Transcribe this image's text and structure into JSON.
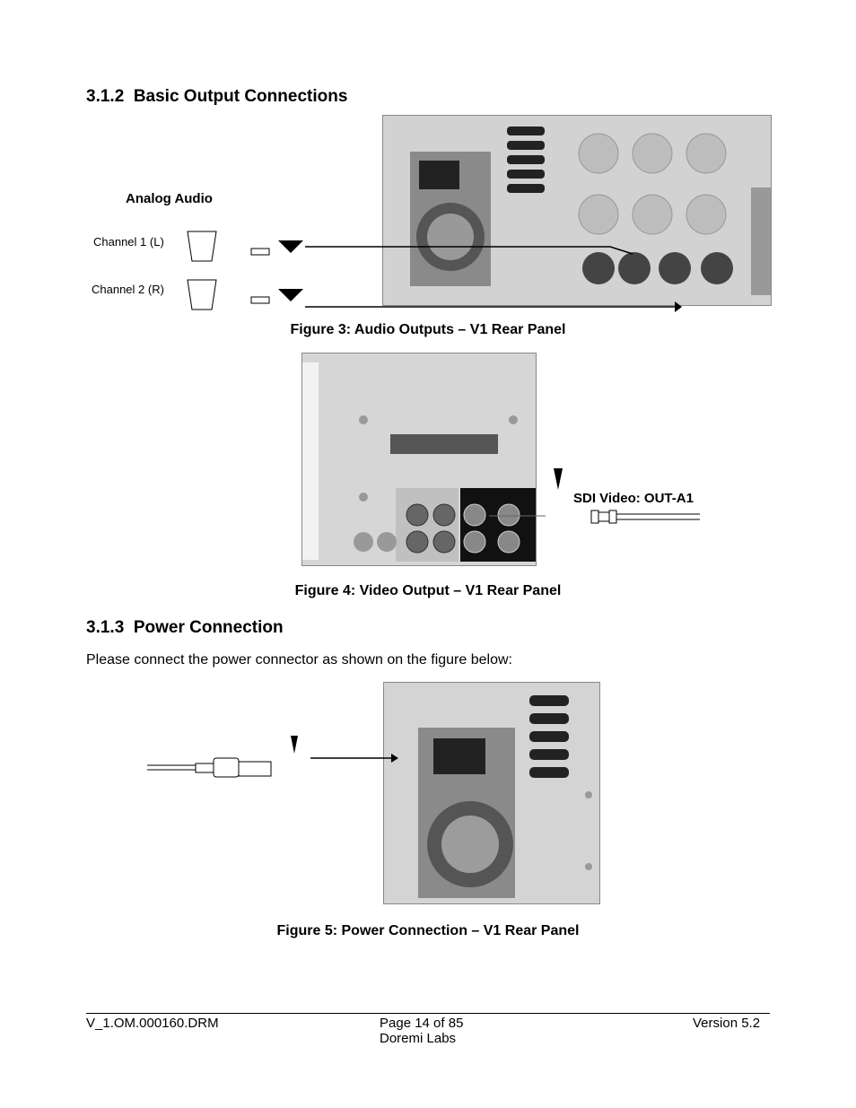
{
  "section_312": {
    "number": "3.1.2",
    "title": "Basic Output Connections"
  },
  "figure3": {
    "group_label": "Analog Audio",
    "channel1": "Channel 1 (L)",
    "channel2": "Channel 2 (R)",
    "caption": "Figure 3: Audio Outputs – V1 Rear Panel"
  },
  "figure4": {
    "sdi_label": "SDI Video: OUT-A1",
    "caption": "Figure 4: Video Output – V1 Rear Panel"
  },
  "section_313": {
    "number": "3.1.3",
    "title": "Power Connection",
    "body": "Please connect the power connector as shown on the figure below:"
  },
  "figure5": {
    "caption": "Figure 5: Power Connection – V1 Rear Panel"
  },
  "footer": {
    "doc_id": "V_1.OM.000160.DRM",
    "page": "Page 14 of 85",
    "company": "Doremi Labs",
    "version": "Version 5.2"
  }
}
